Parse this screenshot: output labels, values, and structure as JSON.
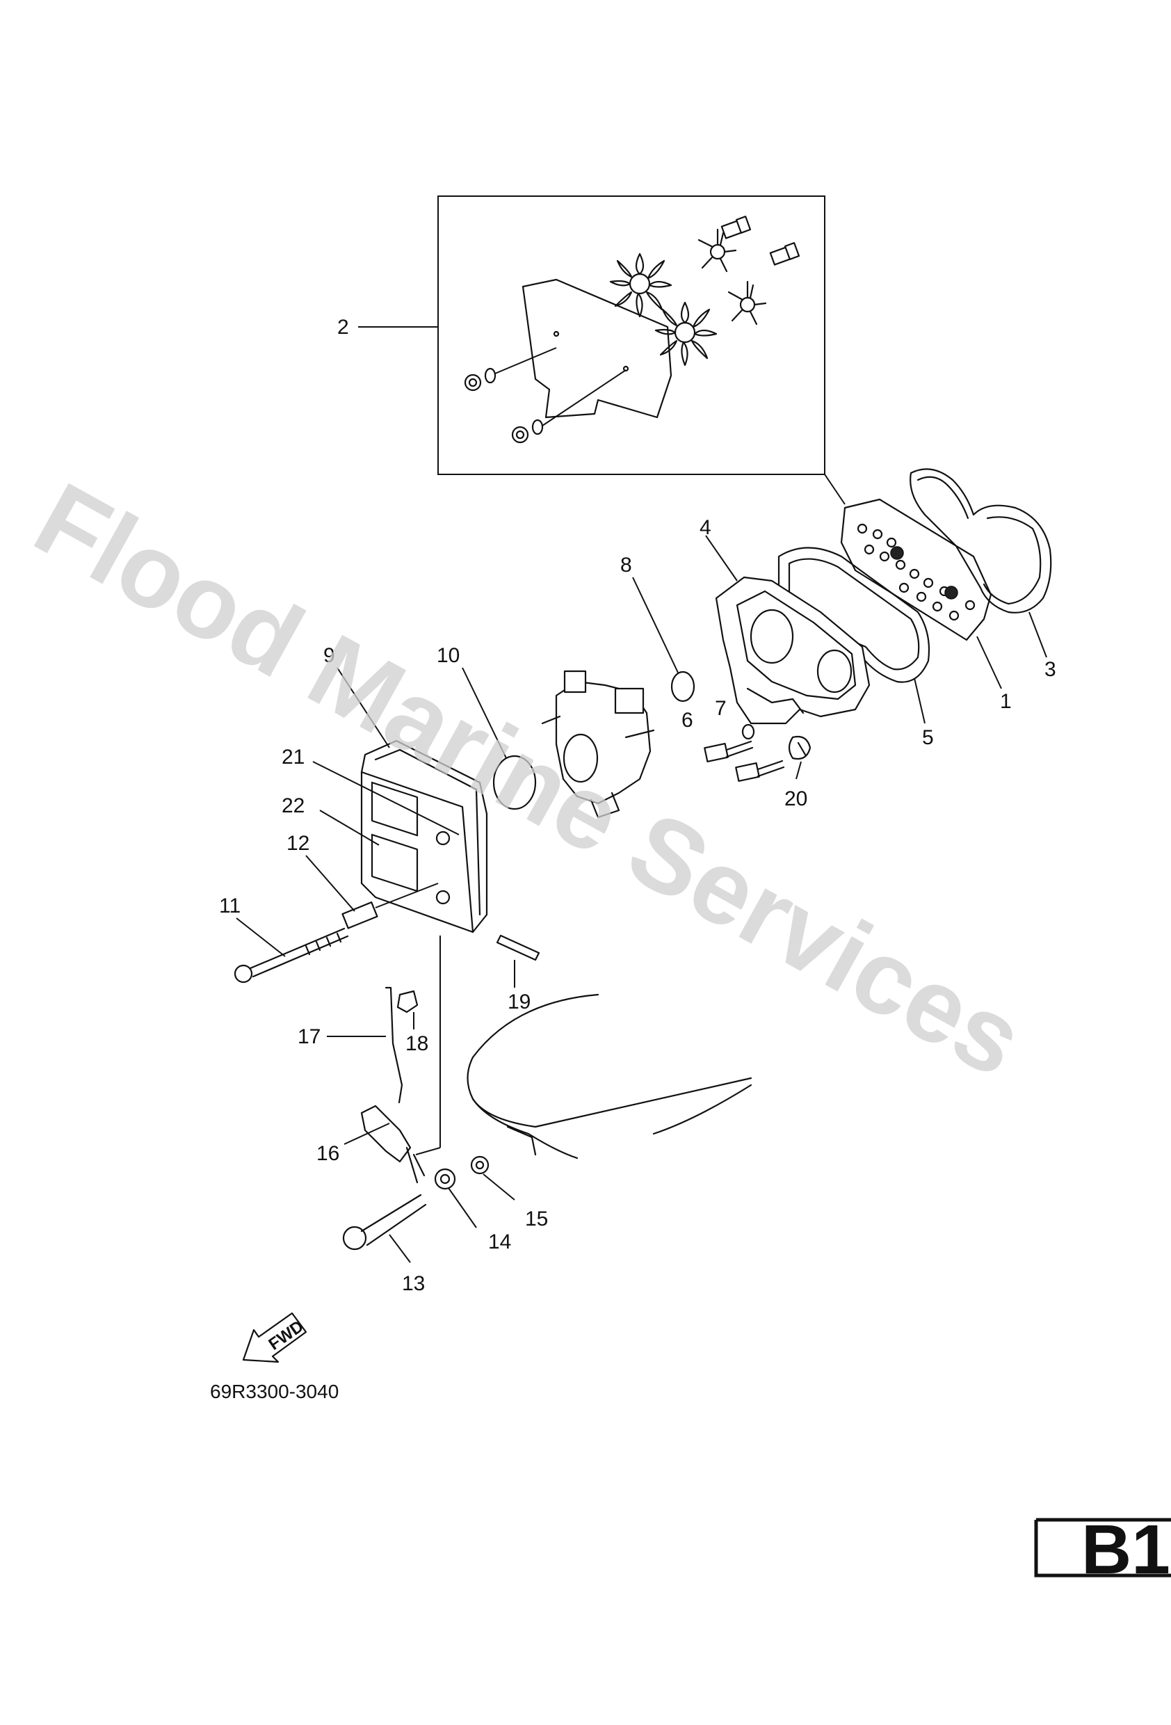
{
  "watermark": "Flood Marine Services",
  "diagram_code": "69R3300-3040",
  "page_tab": "B1",
  "direction_marker": "FWD",
  "callouts": [
    "1",
    "2",
    "3",
    "4",
    "5",
    "6",
    "7",
    "8",
    "9",
    "10",
    "11",
    "12",
    "13",
    "14",
    "15",
    "16",
    "17",
    "18",
    "19",
    "20",
    "21",
    "22"
  ]
}
